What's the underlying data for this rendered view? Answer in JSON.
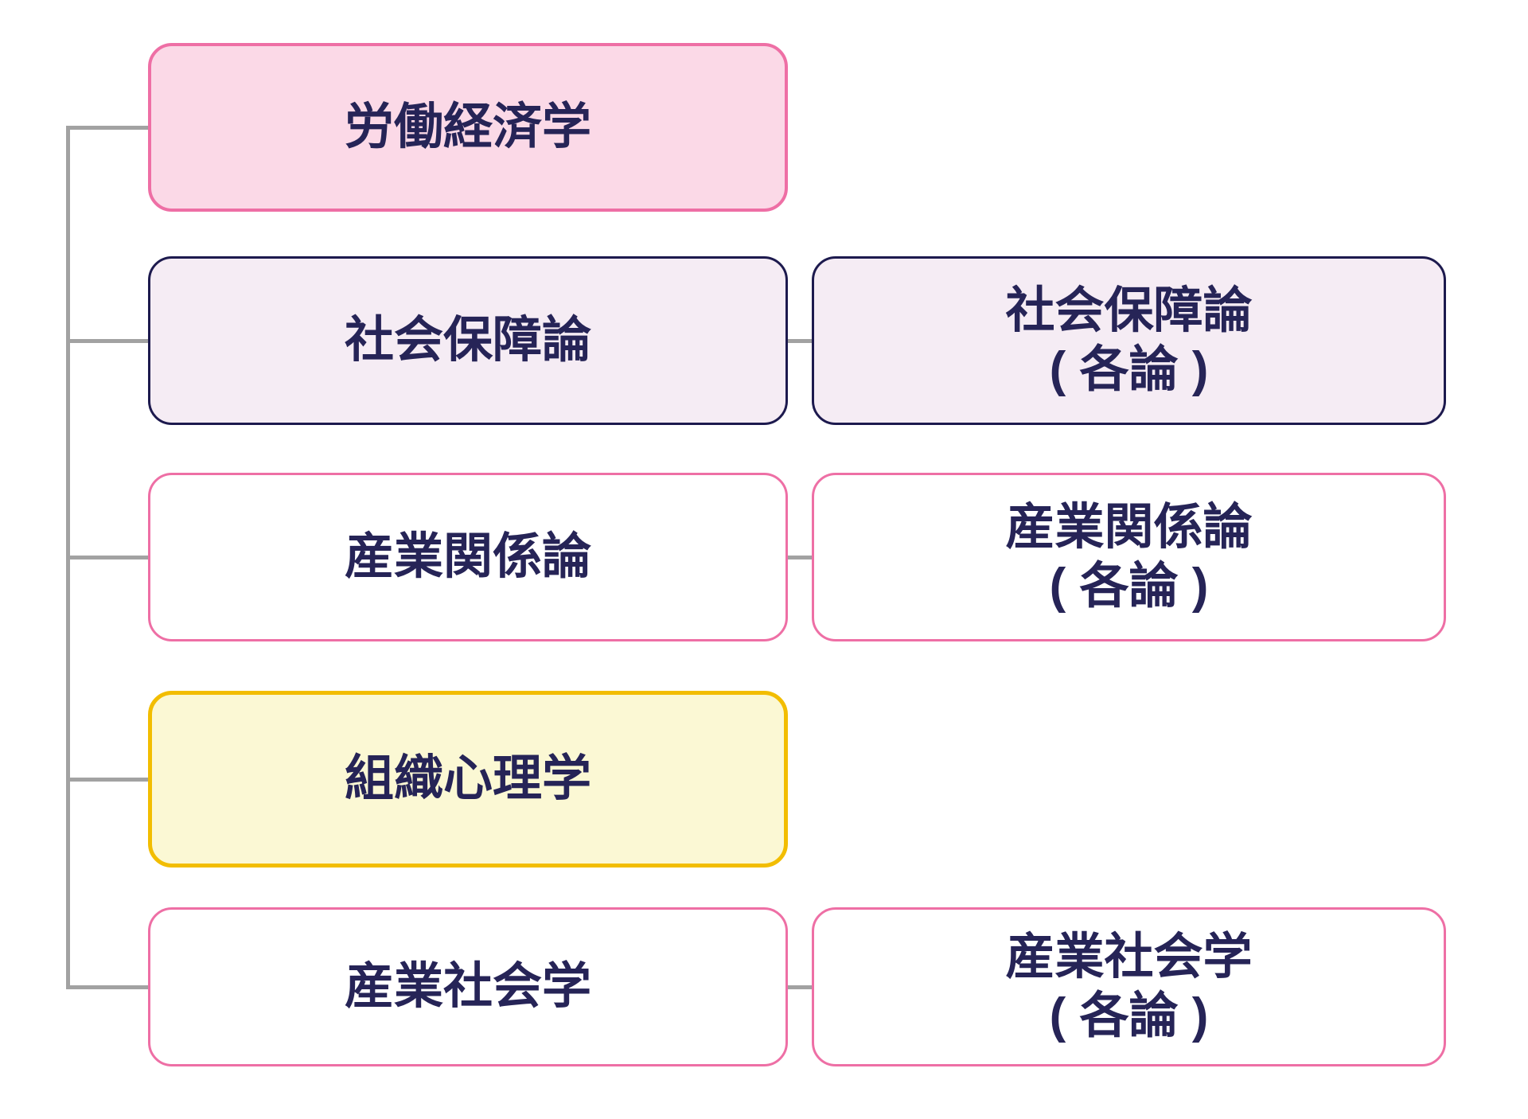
{
  "diagram": {
    "nodes": {
      "labor_economics": {
        "label": "労働経済学"
      },
      "social_security": {
        "label": "社会保障論"
      },
      "social_security_detail": {
        "label": "社会保障論",
        "sublabel": "( 各論 )"
      },
      "industrial_relations": {
        "label": "産業関係論"
      },
      "industrial_relations_detail": {
        "label": "産業関係論",
        "sublabel": "( 各論 )"
      },
      "organizational_psychology": {
        "label": "組織心理学"
      },
      "industrial_sociology": {
        "label": "産業社会学"
      },
      "industrial_sociology_detail": {
        "label": "産業社会学",
        "sublabel": "( 各論 )"
      }
    },
    "colors": {
      "pink_border": "#ee6fa5",
      "pink_fill": "#fbd9e7",
      "navy_border": "#1d1a4e",
      "lavender_fill": "#f5ecf4",
      "yellow_border": "#f2bd00",
      "yellow_fill": "#fbf8d4",
      "white_fill": "#ffffff",
      "text": "#262457",
      "connector": "#a2a2a2"
    }
  }
}
